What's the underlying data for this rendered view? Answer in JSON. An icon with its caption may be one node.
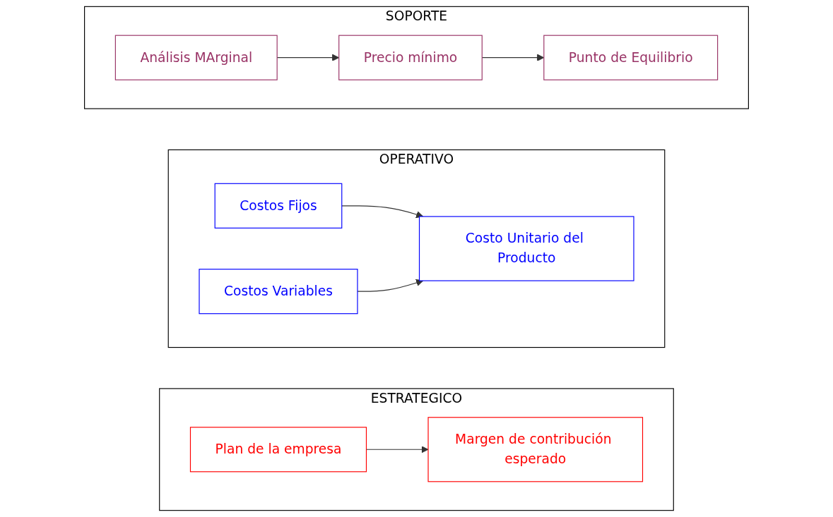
{
  "diagram": {
    "nodes": [
      {
        "text": [
          "ESTRATEGICO"
        ]
      },
      {
        "text": [
          "Plan de la empresa"
        ],
        "in": 0
      },
      {
        "text": [
          "Margen de contribución esperado"
        ],
        "in": 0
      },
      {
        "text": [
          "OPERATIVO"
        ]
      },
      {
        "text": [
          "Costos Fijos"
        ],
        "in": 3
      },
      {
        "text": [
          "Costo Unitario del Producto"
        ],
        "in": 3
      },
      {
        "text": [
          "Costos Variables"
        ],
        "in": 3
      },
      {
        "text": [
          "SOPORTE"
        ]
      },
      {
        "text": [
          "Análisis MArginal"
        ],
        "in": 7
      },
      {
        "text": [
          "Precio mínimo"
        ],
        "in": 7
      },
      {
        "text": [
          "Punto de Equilibrio"
        ],
        "in": 7
      }
    ],
    "edges": [
      {
        "from": 1,
        "to": 2,
        "arrow": "to"
      },
      {
        "from": 4,
        "to": 5,
        "arrow": "to"
      },
      {
        "from": 6,
        "to": 5,
        "arrow": "to"
      },
      {
        "from": 8,
        "to": 9,
        "arrow": "to"
      },
      {
        "from": 9,
        "to": 10,
        "arrow": "to"
      }
    ]
  }
}
